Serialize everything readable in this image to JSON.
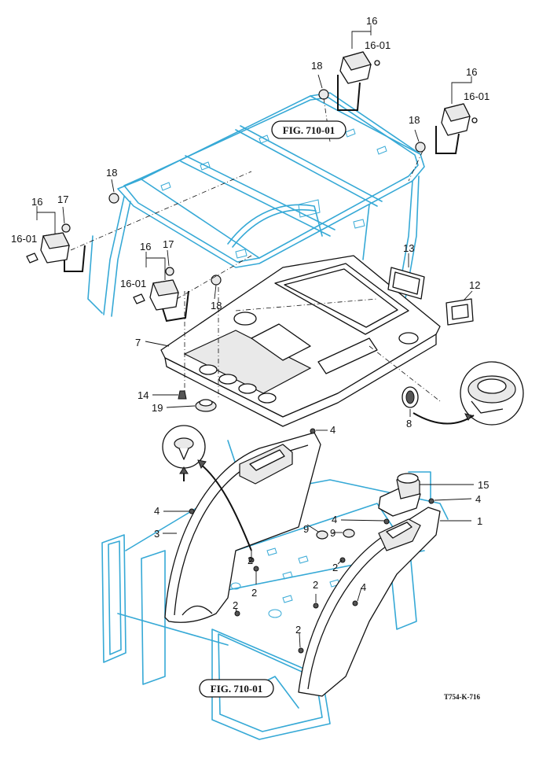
{
  "figure_refs": [
    "FIG. 710-01",
    "FIG. 710-01"
  ],
  "drawing_code": "T754-K-716",
  "callouts": {
    "c1": "1",
    "c2": "2",
    "c3": "3",
    "c4": "4",
    "c7": "7",
    "c8": "8",
    "c9": "9",
    "c12": "12",
    "c13": "13",
    "c14": "14",
    "c15": "15",
    "c16": "16",
    "c16_01": "16-01",
    "c17": "17",
    "c18": "18",
    "c19": "19"
  },
  "colors": {
    "cab_frame": "#36a9d6",
    "parts": "#111111"
  }
}
